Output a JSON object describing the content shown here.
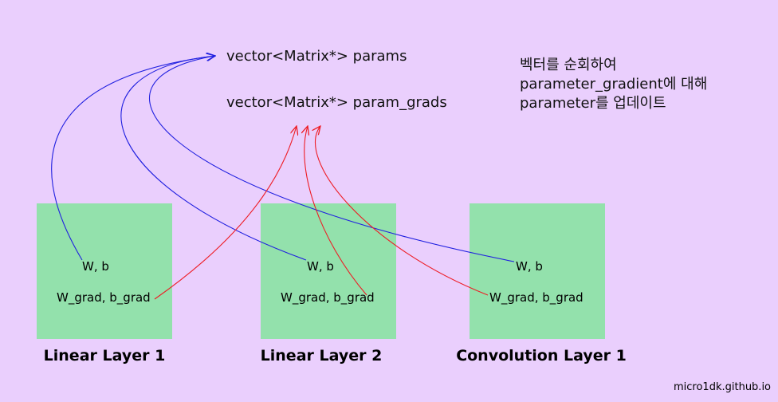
{
  "vectors": {
    "params": "vector<Matrix*> params",
    "param_grads": "vector<Matrix*> param_grads"
  },
  "note": {
    "lines": [
      "벡터를 순회하여",
      "parameter_gradient에 대해",
      "parameter를 업데이트"
    ]
  },
  "layers": [
    {
      "title": "Linear Layer 1",
      "weights": "W, b",
      "grads": "W_grad, b_grad"
    },
    {
      "title": "Linear Layer 2",
      "weights": "W, b",
      "grads": "W_grad, b_grad"
    },
    {
      "title": "Convolution Layer 1",
      "weights": "W, b",
      "grads": "W_grad, b_grad"
    }
  ],
  "footer": "micro1dk.github.io",
  "colors": {
    "background": "#eacffd",
    "layer_box": "#93e1ac",
    "param_arrow": "#2020e0",
    "grad_arrow": "#ee1c24"
  }
}
